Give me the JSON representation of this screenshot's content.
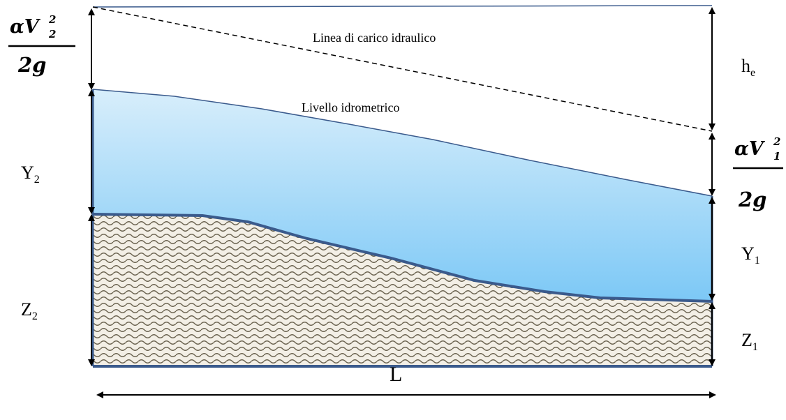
{
  "labels": {
    "energy_line": "Linea di carico idraulico",
    "water_surface": "Livello idrometrico",
    "head_loss": "h",
    "head_loss_sub": "e",
    "depth_upstream": "Y",
    "depth_upstream_sub": "2",
    "depth_downstream": "Y",
    "depth_downstream_sub": "1",
    "elev_upstream": "Z",
    "elev_upstream_sub": "2",
    "elev_downstream": "Z",
    "elev_downstream_sub": "1",
    "length": "L"
  },
  "velocity_heads": {
    "upstream": {
      "coef": "α",
      "var": "V",
      "sub": "2",
      "sup": "2",
      "den": "2g"
    },
    "downstream": {
      "coef": "α",
      "var": "V",
      "sub": "1",
      "sup": "2",
      "den": "2g"
    }
  },
  "colors": {
    "water_top": "#d8eefb",
    "water_bottom": "#7cc8f6",
    "channel_line": "#3a5a8c",
    "bed_fill": "#f3efe6",
    "bed_pattern": "#6b6350",
    "arrow": "#000000"
  }
}
